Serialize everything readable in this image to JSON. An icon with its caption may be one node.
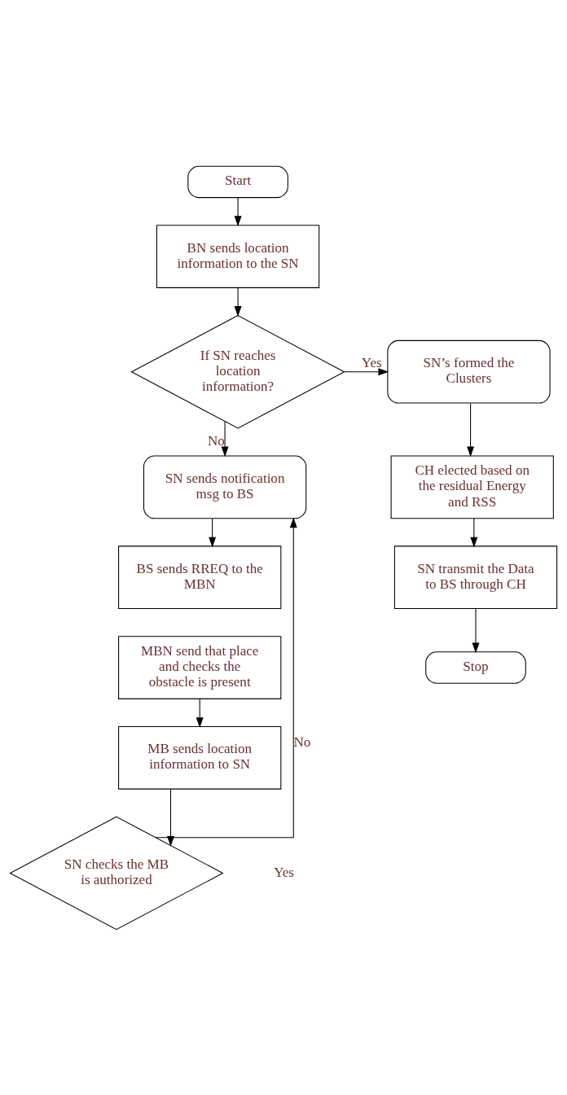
{
  "diagram": {
    "nodes": [
      {
        "text": [
          "Start"
        ]
      },
      {
        "text": [
          "BN sends location information to the SN"
        ]
      },
      {
        "text": [
          "If SN reaches location information?"
        ]
      },
      {
        "text": [
          "SN’s formed the Clusters"
        ]
      },
      {
        "text": [
          "CH elected based on the residual Energy and RSS"
        ]
      },
      {
        "text": [
          "SN transmit the Data to BS through CH"
        ]
      },
      {
        "text": [
          "Stop"
        ]
      },
      {
        "text": [
          "SN sends notification msg to BS"
        ]
      },
      {
        "text": [
          "BS sends RREQ to the MBN"
        ]
      },
      {
        "text": [
          "MBN send that place and checks the obstacle is present"
        ]
      },
      {
        "text": [
          "MB sends location information to SN"
        ]
      },
      {
        "text": [
          "SN checks the MB is authorized"
        ]
      }
    ],
    "edges": [
      {
        "from": 0,
        "to": 1,
        "arrow": "to"
      },
      {
        "from": 1,
        "to": 2,
        "arrow": "to"
      },
      {
        "from": 2,
        "to": 3,
        "arrow": "to",
        "label": "Yes"
      },
      {
        "from": 3,
        "to": 4,
        "arrow": "to"
      },
      {
        "from": 4,
        "to": 5,
        "arrow": "to"
      },
      {
        "from": 5,
        "to": 6,
        "arrow": "to"
      },
      {
        "from": 2,
        "to": 7,
        "arrow": "to",
        "label": "No"
      },
      {
        "from": 7,
        "to": 8,
        "arrow": "to"
      },
      {
        "from": 9,
        "to": 10,
        "arrow": "to"
      },
      {
        "from": 10,
        "to": 11,
        "arrow": "to"
      },
      {
        "from": 11,
        "to": 7,
        "arrow": "to",
        "label": "No"
      }
    ],
    "labels": [
      "Yes"
    ]
  }
}
